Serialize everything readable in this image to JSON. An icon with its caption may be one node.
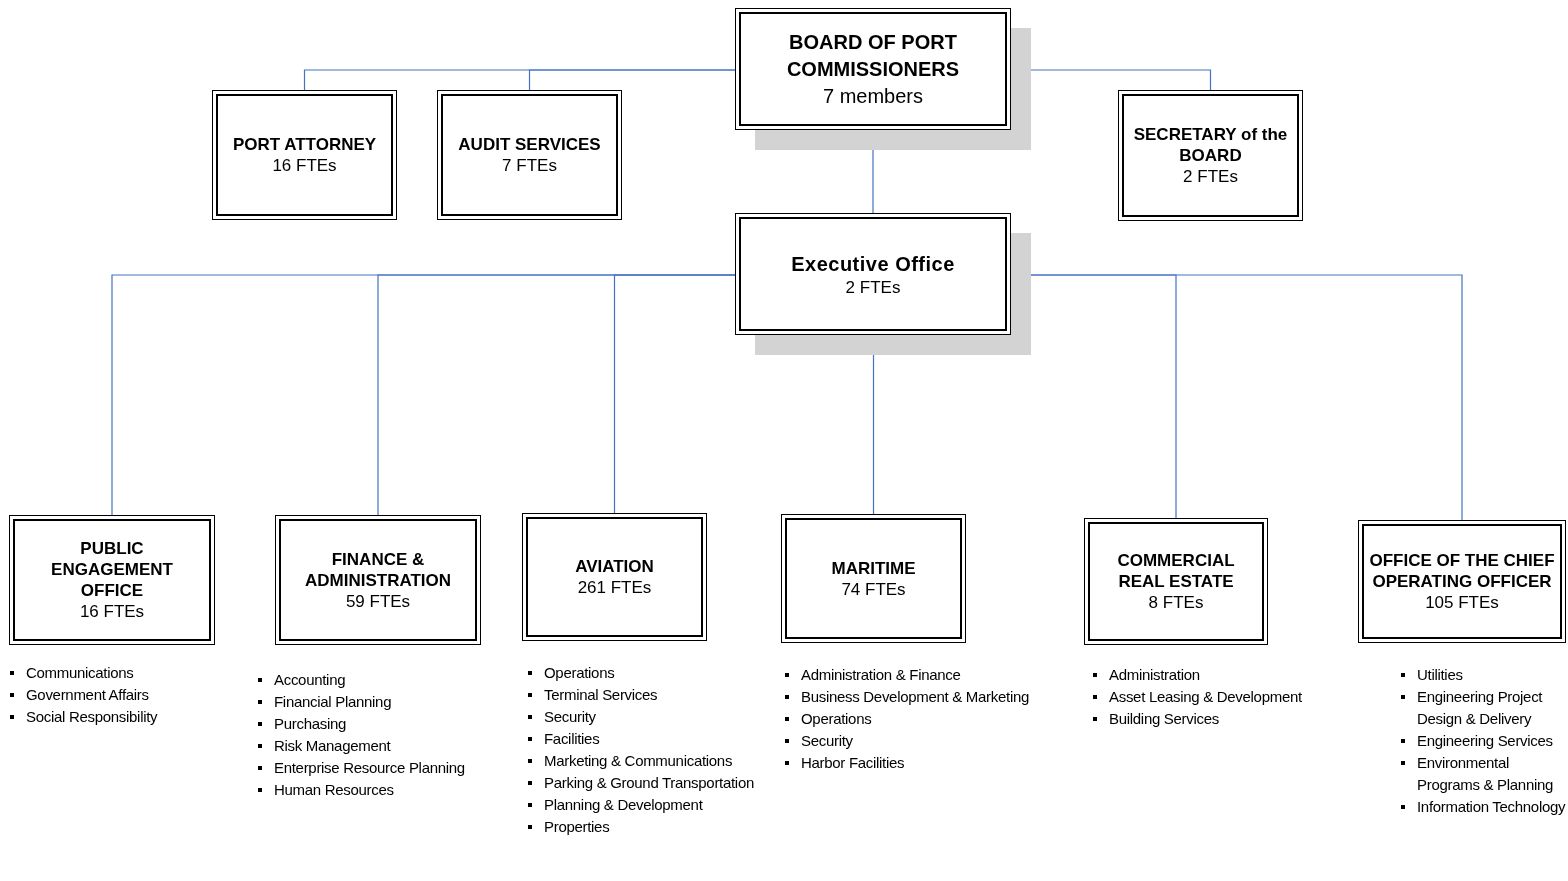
{
  "diagram": {
    "nodes": [
      {
        "text": [
          "BOARD OF PORT COMMISSIONERS",
          "7 members"
        ]
      },
      {
        "text": [
          "PORT ATTORNEY",
          "16 FTEs"
        ]
      },
      {
        "text": [
          "AUDIT SERVICES",
          "7 FTEs"
        ]
      },
      {
        "text": [
          "SECRETARY of the BOARD",
          "2 FTEs"
        ]
      },
      {
        "text": [
          "Executive Office",
          "2 FTEs"
        ]
      },
      {
        "text": [
          "PUBLIC ENGAGEMENT OFFICE",
          "16 FTEs"
        ],
        "beside": [
          "Communications",
          "Government Affairs",
          "Social Responsibility"
        ]
      },
      {
        "text": [
          "FINANCE & ADMINISTRATION",
          "59 FTEs"
        ],
        "beside": [
          "Accounting",
          "Financial Planning",
          "Purchasing",
          "Risk Management",
          "Enterprise Resource Planning",
          "Human Resources"
        ]
      },
      {
        "text": [
          "AVIATION",
          "261 FTEs"
        ],
        "beside": [
          "Operations",
          "Terminal Services",
          "Security",
          "Facilities",
          "Marketing & Communications",
          "Parking & Ground Transportation",
          "Planning & Development",
          "Properties"
        ]
      },
      {
        "text": [
          "MARITIME",
          "74 FTEs"
        ],
        "beside": [
          "Administration & Finance",
          "Business Development & Marketing",
          "Operations",
          "Security",
          "Harbor Facilities"
        ]
      },
      {
        "text": [
          "COMMERCIAL REAL ESTATE",
          "8 FTEs"
        ],
        "beside": [
          "Administration",
          "Asset Leasing & Development",
          "Building Services"
        ]
      },
      {
        "text": [
          "OFFICE OF THE CHIEF OPERATING OFFICER",
          "105 FTEs"
        ],
        "beside": [
          "Utilities",
          "Engineering Project Design & Delivery",
          "Engineering Services",
          "Environmental Programs & Planning",
          "Information Technology"
        ]
      }
    ],
    "edges": [
      {
        "from": 0,
        "to": 1,
        "arrow": "none"
      },
      {
        "from": 0,
        "to": 2,
        "arrow": "none"
      },
      {
        "from": 0,
        "to": 3,
        "arrow": "none"
      },
      {
        "from": 0,
        "to": 4,
        "arrow": "none"
      },
      {
        "from": 4,
        "to": 5,
        "arrow": "none"
      },
      {
        "from": 4,
        "to": 6,
        "arrow": "none"
      },
      {
        "from": 4,
        "to": 7,
        "arrow": "none"
      },
      {
        "from": 4,
        "to": 8,
        "arrow": "none"
      },
      {
        "from": 4,
        "to": 9,
        "arrow": "none"
      },
      {
        "from": 4,
        "to": 10,
        "arrow": "none"
      }
    ]
  }
}
